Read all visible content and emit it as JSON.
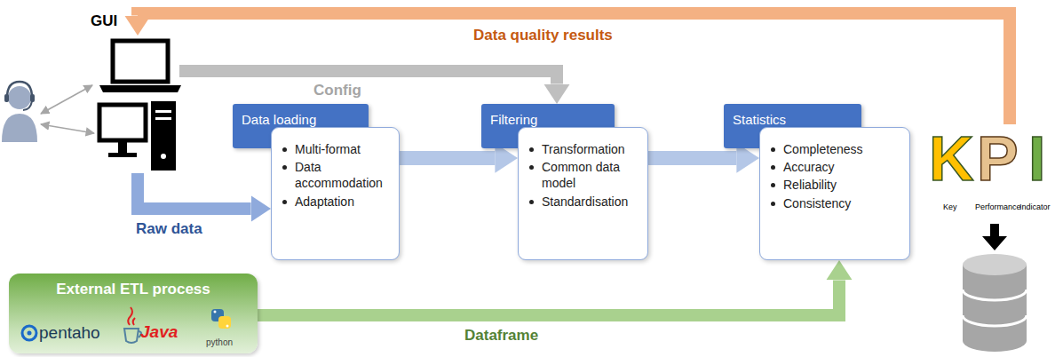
{
  "diagram": {
    "nodes": [
      {
        "text": [
          "GUI"
        ]
      },
      {
        "text": [
          "Data loading"
        ]
      },
      {
        "text": [
          "Multi-format",
          "Data accommodation",
          "Adaptation"
        ]
      },
      {
        "text": [
          "Filtering"
        ]
      },
      {
        "text": [
          "Transformation",
          "Common data model",
          "Standardisation"
        ]
      },
      {
        "text": [
          "Statistics"
        ]
      },
      {
        "text": [
          "Completeness",
          "Accuracy",
          "Reliability",
          "Consistency"
        ]
      },
      {
        "text": [
          "K",
          "P",
          "I",
          "Key",
          "Performance",
          "Indicator"
        ]
      },
      {
        "text": [
          "External ETL process",
          "pentaho",
          "Java",
          "python"
        ]
      }
    ],
    "edges": [
      {
        "from": 0,
        "to": 2,
        "label": "Raw data",
        "arrow": "to"
      },
      {
        "from": 0,
        "to": 3,
        "label": "Config",
        "arrow": "to"
      },
      {
        "from": 2,
        "to": 4,
        "arrow": "to"
      },
      {
        "from": 4,
        "to": 6,
        "arrow": "to"
      },
      {
        "from": 7,
        "to": 0,
        "label": "Data quality results",
        "arrow": "to"
      },
      {
        "from": 8,
        "to": 6,
        "label": "Dataframe",
        "arrow": "to"
      }
    ]
  }
}
